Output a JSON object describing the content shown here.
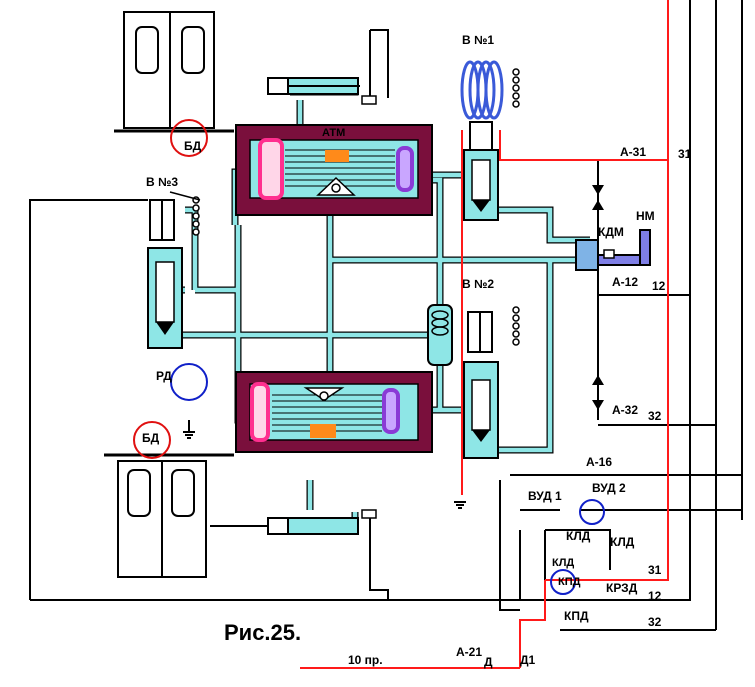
{
  "figure": {
    "caption": "Рис.25.",
    "labels": {
      "atm": "АТМ",
      "valve1": "В №1",
      "valve2": "В №2",
      "valve3": "В №3",
      "bd_top": "БД",
      "bd_bottom": "БД",
      "rd": "РД",
      "kdm": "КДМ",
      "nm": "НМ",
      "a31": "А-31",
      "a12": "А-12",
      "a32": "А-32",
      "a16": "А-16",
      "a21": "А-21",
      "vud1": "ВУД 1",
      "vud2": "ВУД 2",
      "kld1": "КЛД",
      "kld2": "КЛД",
      "kld3": "КЛД",
      "kpd1": "КПД",
      "kpd2": "КПД",
      "krzd": "КРЗД",
      "wire31a": "31",
      "wire31b": "31",
      "wire12a": "12",
      "wire12b": "12",
      "wire32a": "32",
      "wire32b": "32",
      "pr10": "10 пр.",
      "d": "Д",
      "d1": "Д1"
    },
    "colors": {
      "pipe_fill": "#8ee6e6",
      "cylinder_body": "#7a0f3c",
      "spring_pink": "#ff2f8f",
      "spring_violet": "#8a3ad6",
      "coil_blue": "#3a5ad8",
      "red_wire": "#ff1a1a",
      "marker_red": "#e01010",
      "marker_blue": "#1020c8",
      "orange": "#ff8a1a"
    }
  }
}
